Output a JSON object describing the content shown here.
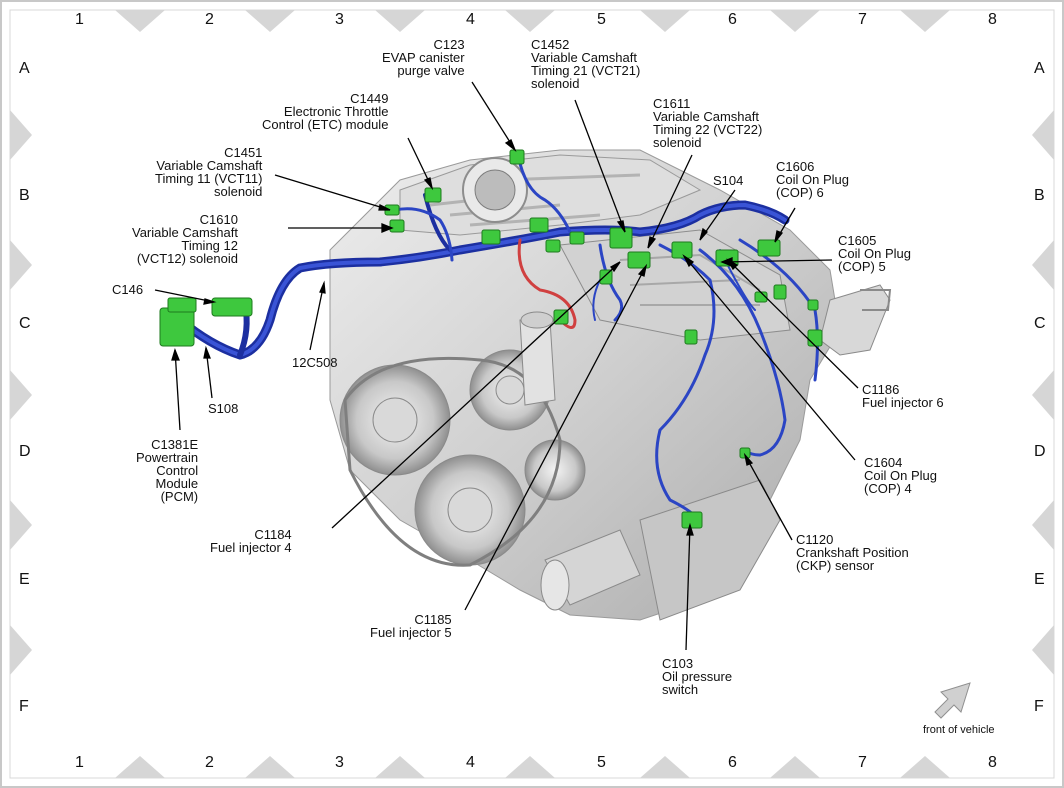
{
  "diagram": {
    "columns": [
      "1",
      "2",
      "3",
      "4",
      "5",
      "6",
      "7",
      "8"
    ],
    "rows": [
      "A",
      "B",
      "C",
      "D",
      "E",
      "F"
    ],
    "front_of_vehicle": "front of vehicle",
    "labels": {
      "c123": "C123\nEVAP canister\npurge valve",
      "c1452": "C1452\nVariable Camshaft\nTiming 21 (VCT21)\nsolenoid",
      "c1449": "C1449\nElectronic Throttle\nControl (ETC) module",
      "c1611": "C1611\nVariable Camshaft\nTiming 22 (VCT22)\nsolenoid",
      "c1451": "C1451\nVariable Camshaft\nTiming 11 (VCT11)\nsolenoid",
      "c1606": "C1606\nCoil On Plug\n(COP) 6",
      "s104": "S104",
      "c1610": "C1610\nVariable Camshaft\nTiming 12\n(VCT12) solenoid",
      "c1605": "C1605\nCoil On Plug\n(COP) 5",
      "c146": "C146",
      "c12508": "12C508",
      "s108": "S108",
      "c1186": "C1186\nFuel injector 6",
      "c1381e": "C1381E\nPowertrain\nControl\nModule\n(PCM)",
      "c1604": "C1604\nCoil On Plug\n(COP) 4",
      "c1184": "C1184\nFuel injector 4",
      "c1120": "C1120\nCrankshaft Position\n(CKP) sensor",
      "c1185": "C1185\nFuel injector 5",
      "c103": "C103\nOil pressure\nswitch"
    }
  }
}
